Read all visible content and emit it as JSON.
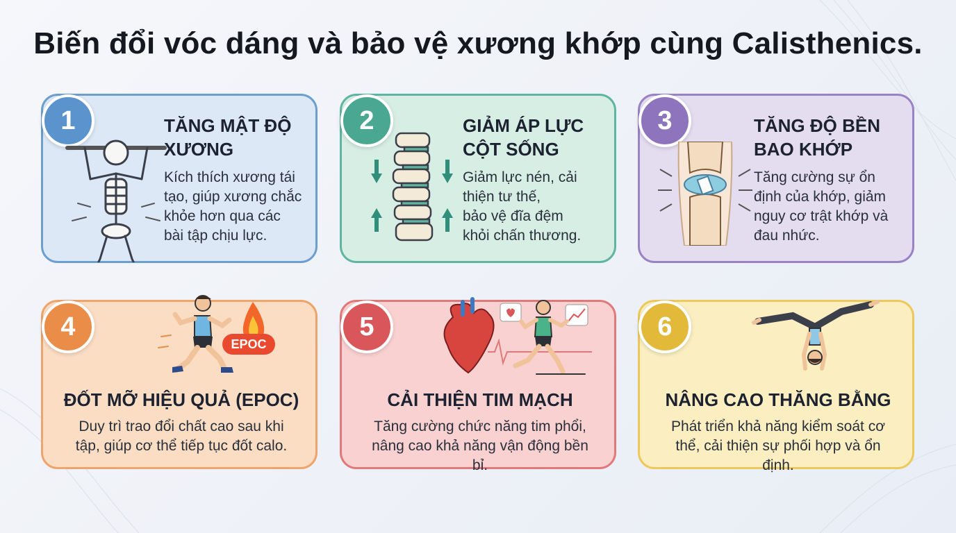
{
  "title": "Biến đổi vóc dáng và bảo vệ xương khớp cùng Calisthenics.",
  "colors": {
    "blue": "#5b93cc",
    "green": "#4aa892",
    "purple": "#8e73bd",
    "orange": "#e98d48",
    "red": "#d9575a",
    "yellow": "#e3b93a"
  },
  "cards": [
    {
      "number": "1",
      "title": "TĂNG MẬT ĐỘ\nXƯƠNG",
      "desc": "Kích thích xương tái\ntạo, giúp xương chắc\nkhỏe hơn qua các\nbài tập chịu lực.",
      "icon": "skeleton-hanging-icon"
    },
    {
      "number": "2",
      "title": "GIẢM ÁP LỰC\nCỘT SỐNG",
      "desc": "Giảm lực nén, cải\nthiện tư thế,\nbảo vệ đĩa đệm\nkhỏi chấn thương.",
      "icon": "spine-icon"
    },
    {
      "number": "3",
      "title": "TĂNG ĐỘ BỀN\nBAO KHỚP",
      "desc": "Tăng cường sự ổn\nđịnh của khớp, giảm\nnguy cơ trật khớp và\nđau nhức.",
      "icon": "knee-joint-icon"
    },
    {
      "number": "4",
      "title": "ĐỐT MỠ HIỆU QUẢ (EPOC)",
      "desc": "Duy trì trao đổi chất cao sau khi\ntập, giúp cơ thể tiếp tục đốt calo.",
      "icon": "runner-fire-icon",
      "badge_text": "EPOC"
    },
    {
      "number": "5",
      "title": "CẢI THIỆN TIM MẠCH",
      "desc": "Tăng cường chức năng tim phổi,\nnâng cao khả năng vận động bền\nbỉ.",
      "icon": "heart-runner-icon"
    },
    {
      "number": "6",
      "title": "NÂNG CAO THĂNG BẰNG",
      "desc": "Phát triển khả năng kiểm soát cơ\nthể, cải thiện sự phối hợp và ổn\nđịnh.",
      "icon": "handstand-icon"
    }
  ]
}
